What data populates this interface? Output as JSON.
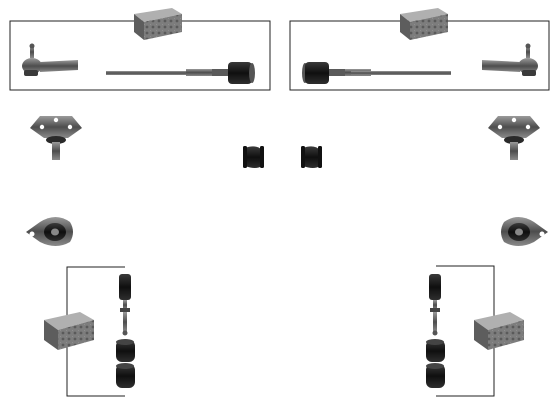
{
  "scene": {
    "background": "#ffffff",
    "line_color": "#222222",
    "metal_color": "#6f6f6f",
    "rubber_color": "#1c1c1c",
    "box_color": "#7a7a7a"
  },
  "parts": {
    "steering_kits": [
      "left",
      "right"
    ],
    "ball_joints": [
      "left",
      "right"
    ],
    "control_arm_bushings": [
      "left",
      "right"
    ],
    "stabilizer_bushings": [
      "left",
      "right"
    ],
    "stabilizer_link_kits": [
      "left",
      "right"
    ]
  }
}
